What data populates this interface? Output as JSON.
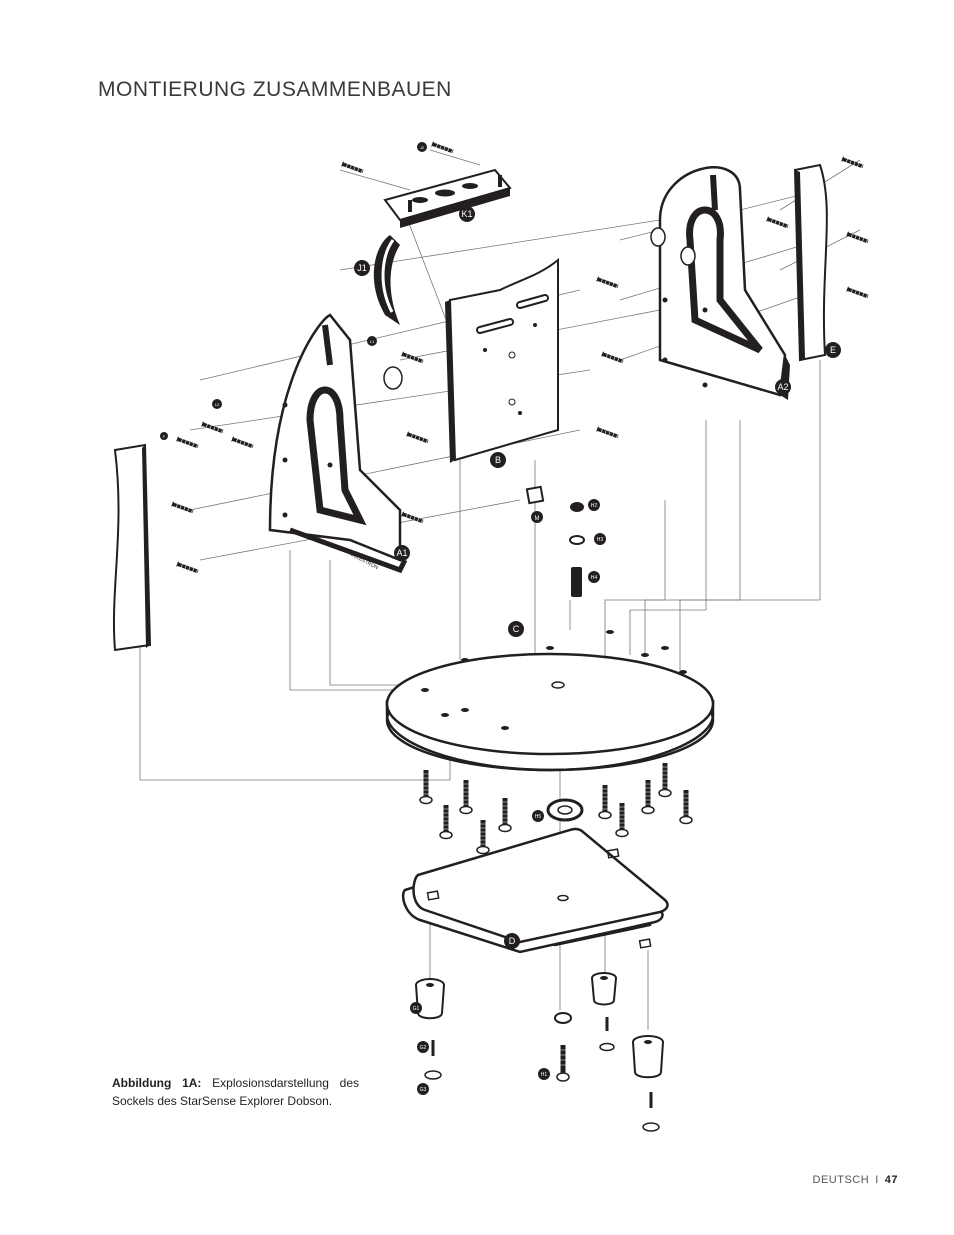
{
  "title": "MONTIERUNG ZUSAMMENBAUEN",
  "caption": {
    "label": "Abbildung 1A:",
    "text": "Explosionsdarstellung des Sockels des StarSense Explorer Dobson."
  },
  "footer": {
    "language": "DEUTSCH",
    "separator": "I",
    "page_number": "47"
  },
  "part_labels": {
    "A1": "A1",
    "A2": "A2",
    "B": "B",
    "C": "C",
    "D": "D",
    "E": "E",
    "J1": "J1",
    "K1": "K1",
    "M": "M",
    "H1": "H1",
    "H2": "H2",
    "H3": "H3",
    "H4": "H4",
    "H5": "H5",
    "G1": "G1",
    "G2": "G2",
    "G3": "G3",
    "F": "F",
    "L1": "L1",
    "L2": "L2",
    "J2": "J2"
  },
  "logo_text": "CELESTRON"
}
